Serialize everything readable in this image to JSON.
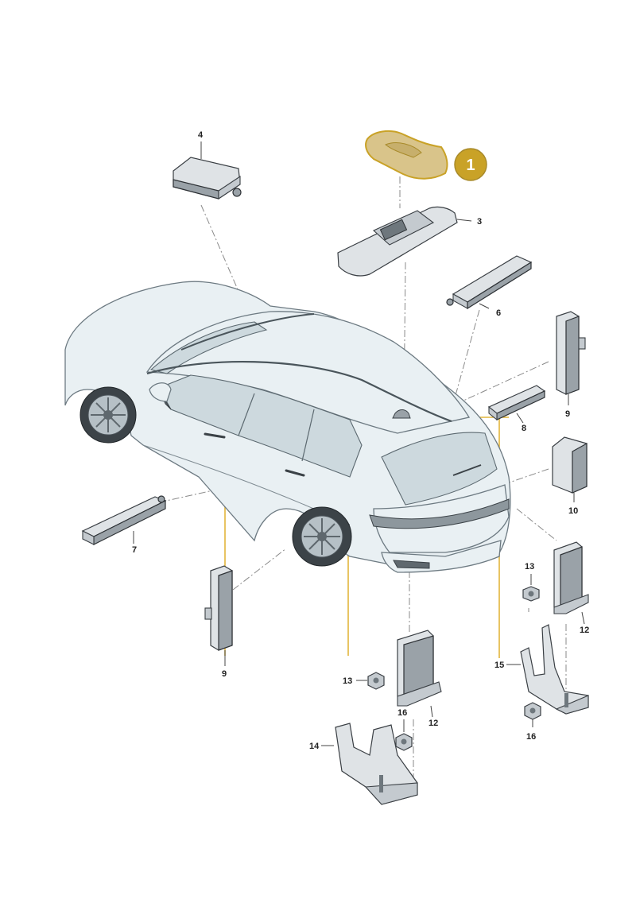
{
  "diagram": {
    "highlight_color": "#c9a227",
    "highlight_fill": "#d9c48a",
    "leader_color": "#e2b63c",
    "badge": {
      "label": "1",
      "color": "#c9a227"
    },
    "callouts": {
      "c3": "3",
      "c4": "4",
      "c6": "6",
      "c7": "7",
      "c8": "8",
      "c9a": "9",
      "c9b": "9",
      "c10": "10",
      "c12a": "12",
      "c12b": "12",
      "c13a": "13",
      "c13b": "13",
      "c14": "14",
      "c15": "15",
      "c16a": "16",
      "c16b": "16"
    }
  }
}
